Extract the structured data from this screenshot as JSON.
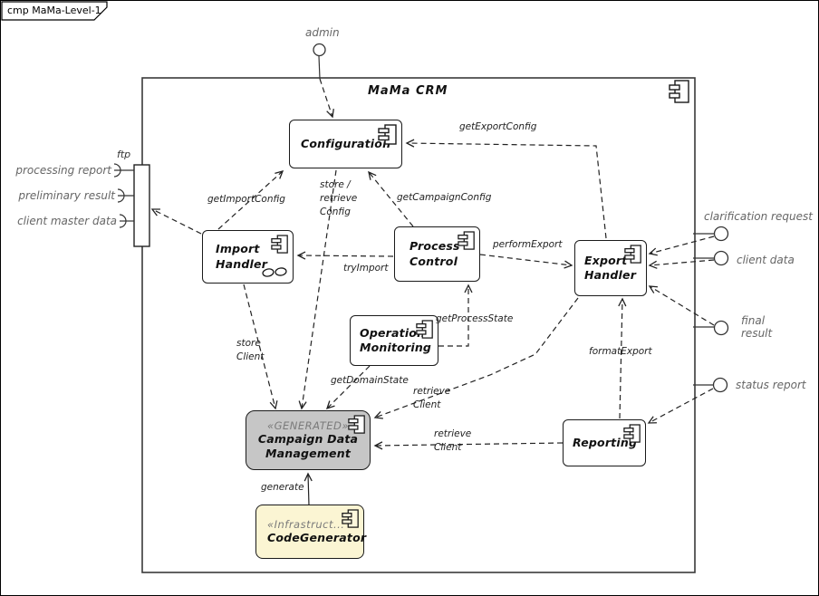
{
  "frame": {
    "tab_label": "cmp MaMa-Level-1",
    "title": "MaMa CRM"
  },
  "actors": {
    "admin": "admin"
  },
  "components": {
    "configuration": {
      "name": "Configuration"
    },
    "import_handler": {
      "name": "Import Handler"
    },
    "process_control": {
      "name": "Process Control"
    },
    "export_handler": {
      "name": "Export Handler"
    },
    "operations_monitoring": {
      "name": "Operations Monitoring"
    },
    "campaign_data_management": {
      "stereotype": "«GENERATED»",
      "name": "Campaign Data Management"
    },
    "code_generator": {
      "stereotype": "«Infrastruct...",
      "name": "CodeGenerator"
    },
    "reporting": {
      "name": "Reporting"
    }
  },
  "ports": {
    "ftp": "ftp",
    "left": [
      "processing report",
      "preliminary result",
      "client master data"
    ],
    "right": [
      "clarification request",
      "client data",
      "final result",
      "status report"
    ]
  },
  "edges": {
    "get_import_config": "getImportConfig",
    "store_retrieve_config": "store /\nretrieve\nConfig",
    "get_campaign_config": "getCampaignConfig",
    "get_export_config": "getExportConfig",
    "try_import": "tryImport",
    "perform_export": "performExport",
    "get_process_state": "getProcessState",
    "get_domain_state": "getDomainState",
    "store_client": "store\nClient",
    "retrieve_client_export": "retrieve\nClient",
    "retrieve_client_reporting": "retrieve\nClient",
    "format_export": "formatExport",
    "generate": "generate"
  },
  "colors": {
    "stroke": "#1a1a1a",
    "generated_fill": "#c6c6c6",
    "infrastructure_fill": "#fbf5d3",
    "component_fill": "#ffffff"
  }
}
